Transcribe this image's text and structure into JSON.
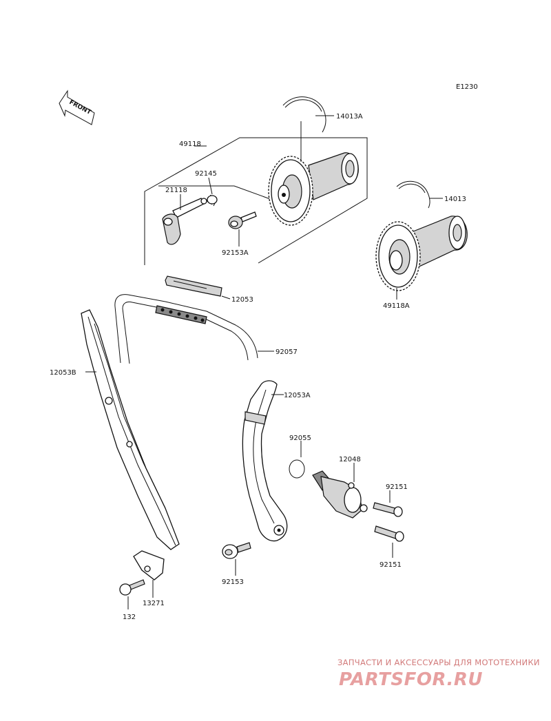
{
  "diagram": {
    "code": "E1230",
    "front_label": "FRONT",
    "labels": {
      "p14013A": "14013A",
      "p49118": "49118",
      "p92145": "92145",
      "p21118": "21118",
      "p92153A": "92153A",
      "p14013": "14013",
      "p49118A": "49118A",
      "p12053": "12053",
      "p92057": "92057",
      "p12053B": "12053B",
      "p12053A": "12053A",
      "p92055": "92055",
      "p12048": "12048",
      "p92151a": "92151",
      "p92151b": "92151",
      "p92153": "92153",
      "p13271": "13271",
      "p132": "132"
    }
  },
  "watermark": {
    "top_text": "ЗАПЧАСТИ И АКСЕССУАРЫ ДЛЯ МОТОТЕХНИКИ",
    "brand_text": "PARTSFOR.RU"
  }
}
